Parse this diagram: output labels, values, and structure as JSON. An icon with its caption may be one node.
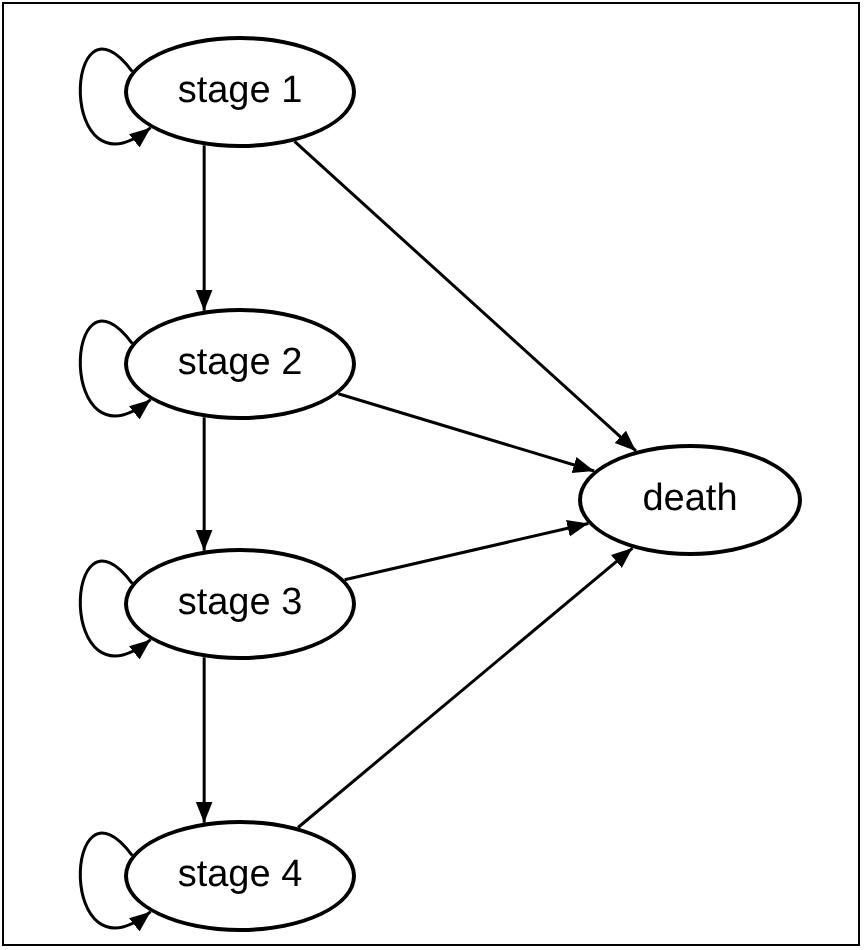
{
  "diagram": {
    "nodes": [
      {
        "text": [
          "stage 1"
        ]
      },
      {
        "text": [
          "stage 2"
        ]
      },
      {
        "text": [
          "stage 3"
        ]
      },
      {
        "text": [
          "stage 4"
        ]
      },
      {
        "text": [
          "death"
        ]
      }
    ],
    "edges": [
      {
        "from": 0,
        "to": 0,
        "arrow": "to"
      },
      {
        "from": 1,
        "to": 1,
        "arrow": "to"
      },
      {
        "from": 2,
        "to": 2,
        "arrow": "to"
      },
      {
        "from": 3,
        "to": 3,
        "arrow": "to"
      },
      {
        "from": 0,
        "to": 1,
        "arrow": "to"
      },
      {
        "from": 1,
        "to": 2,
        "arrow": "to"
      },
      {
        "from": 2,
        "to": 3,
        "arrow": "to"
      },
      {
        "from": 0,
        "to": 4,
        "arrow": "to"
      },
      {
        "from": 1,
        "to": 4,
        "arrow": "to"
      },
      {
        "from": 2,
        "to": 4,
        "arrow": "to"
      },
      {
        "from": 3,
        "to": 4,
        "arrow": "to"
      }
    ]
  }
}
